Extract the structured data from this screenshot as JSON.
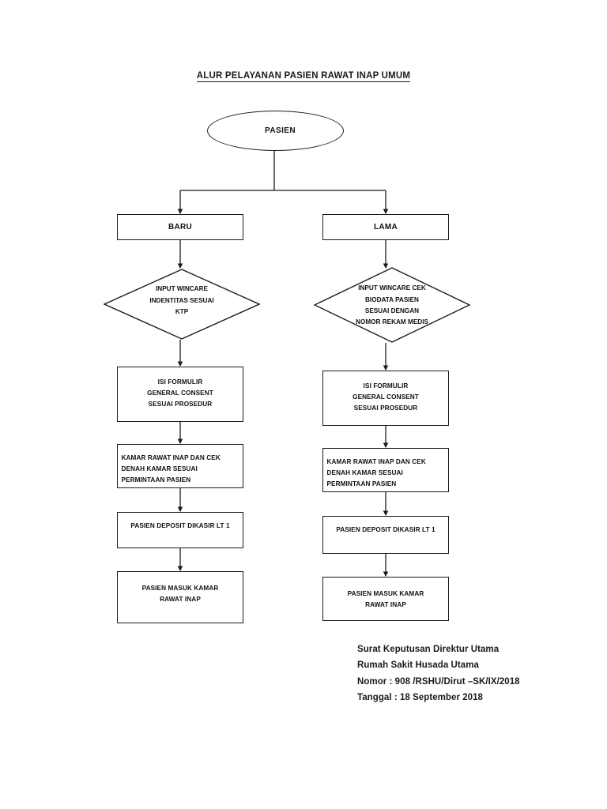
{
  "document": {
    "title": "ALUR PELAYANAN PASIEN RAWAT INAP UMUM"
  },
  "flowchart": {
    "start": {
      "label": "PASIEN"
    },
    "branches": {
      "left_label": "BARU",
      "right_label": "LAMA"
    },
    "left_column": {
      "decision_line1": "INPUT WINCARE",
      "decision_line2": "INDENTITAS SESUAI",
      "decision_line3": "KTP",
      "form_line1": "ISI FORMULIR",
      "form_line2": "GENERAL CONSENT",
      "form_line3": "SESUAI PROSEDUR",
      "room_line1": "KAMAR RAWAT INAP DAN CEK",
      "room_line2": "DENAH KAMAR SESUAI",
      "room_line3": "PERMINTAAN PASIEN",
      "deposit_line1": "PASIEN DEPOSIT DIKASIR LT 1",
      "admit_line1": "PASIEN MASUK KAMAR",
      "admit_line2": "RAWAT INAP"
    },
    "right_column": {
      "decision_line1": "INPUT WINCARE CEK",
      "decision_line2": "BIODATA PASIEN",
      "decision_line3": "SESUAI DENGAN",
      "decision_line4": "NOMOR REKAM MEDIS",
      "form_line1": "ISI FORMULIR",
      "form_line2": "GENERAL CONSENT",
      "form_line3": "SESUAI PROSEDUR",
      "room_line1": "KAMAR RAWAT INAP DAN CEK",
      "room_line2": "DENAH KAMAR SESUAI",
      "room_line3": "PERMINTAAN PASIEN",
      "deposit_line1": "PASIEN DEPOSIT DIKASIR LT 1",
      "admit_line1": "PASIEN MASUK KAMAR",
      "admit_line2": "RAWAT INAP"
    }
  },
  "footer": {
    "line1": "Surat Keputusan Direktur Utama",
    "line2": "Rumah Sakit Husada Utama",
    "line3": "Nomor : 908 /RSHU/Dirut –SK/IX/2018",
    "line4": "Tanggal : 18 September 2018"
  },
  "colors": {
    "stroke": "#1a1a1a",
    "text": "#111111",
    "background": "#ffffff"
  }
}
